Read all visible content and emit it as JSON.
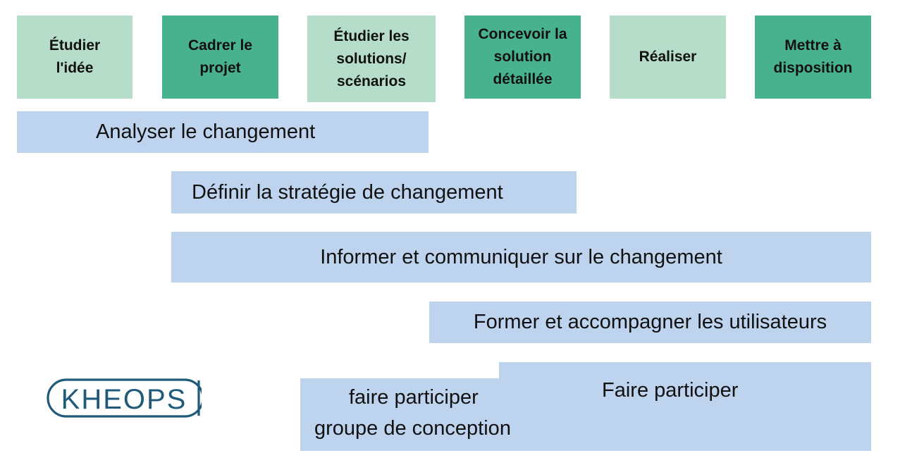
{
  "phases": [
    {
      "label": "Étudier\nl'idée",
      "color": "#b5ddca"
    },
    {
      "label": "Cadrer le\nprojet",
      "color": "#48b18d"
    },
    {
      "label": "Étudier les\nsolutions/\nscénarios",
      "color": "#b5ddca"
    },
    {
      "label": "Concevoir la\nsolution\ndétaillée",
      "color": "#48b18d"
    },
    {
      "label": "Réaliser",
      "color": "#b5ddca"
    },
    {
      "label": "Mettre à\ndisposition",
      "color": "#48b18d"
    }
  ],
  "activities": {
    "analyser": "Analyser le changement",
    "definir": "Définir la stratégie de changement",
    "informer": "Informer et communiquer sur le changement",
    "former": "Former et accompagner les utilisateurs",
    "faire_participer_groupe_line1": "faire participer",
    "faire_participer_groupe_line2": "groupe de conception",
    "faire_participer": "Faire participer"
  },
  "logo": {
    "text": "KHEOPS",
    "color": "#1f5a7a"
  },
  "colors": {
    "phase_light": "#b5ddca",
    "phase_dark": "#48b18d",
    "activity_bar": "#bdd3ee"
  }
}
